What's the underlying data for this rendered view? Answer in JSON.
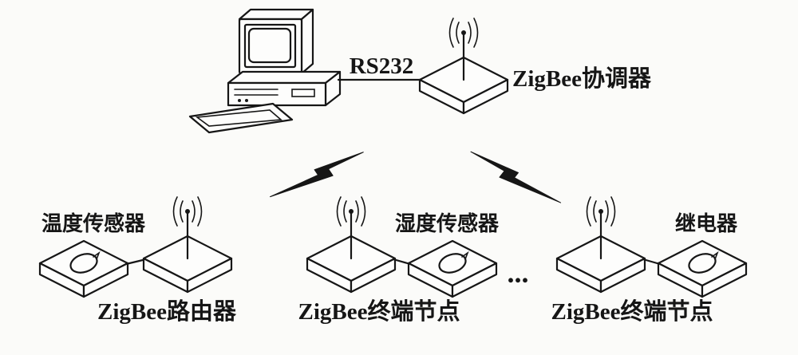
{
  "diagram": {
    "background_color": "#fbfbf9",
    "ink_color": "#161616",
    "serial_link_label": "RS232",
    "ellipsis": "...",
    "nodes": {
      "coordinator_label": "ZigBee协调器",
      "router_label": "ZigBee路由器",
      "endpoint_mid_label": "ZigBee终端节点",
      "endpoint_right_label": "ZigBee终端节点",
      "temperature_sensor_label": "温度传感器",
      "humidity_sensor_label": "湿度传感器",
      "relay_label": "继电器"
    }
  }
}
